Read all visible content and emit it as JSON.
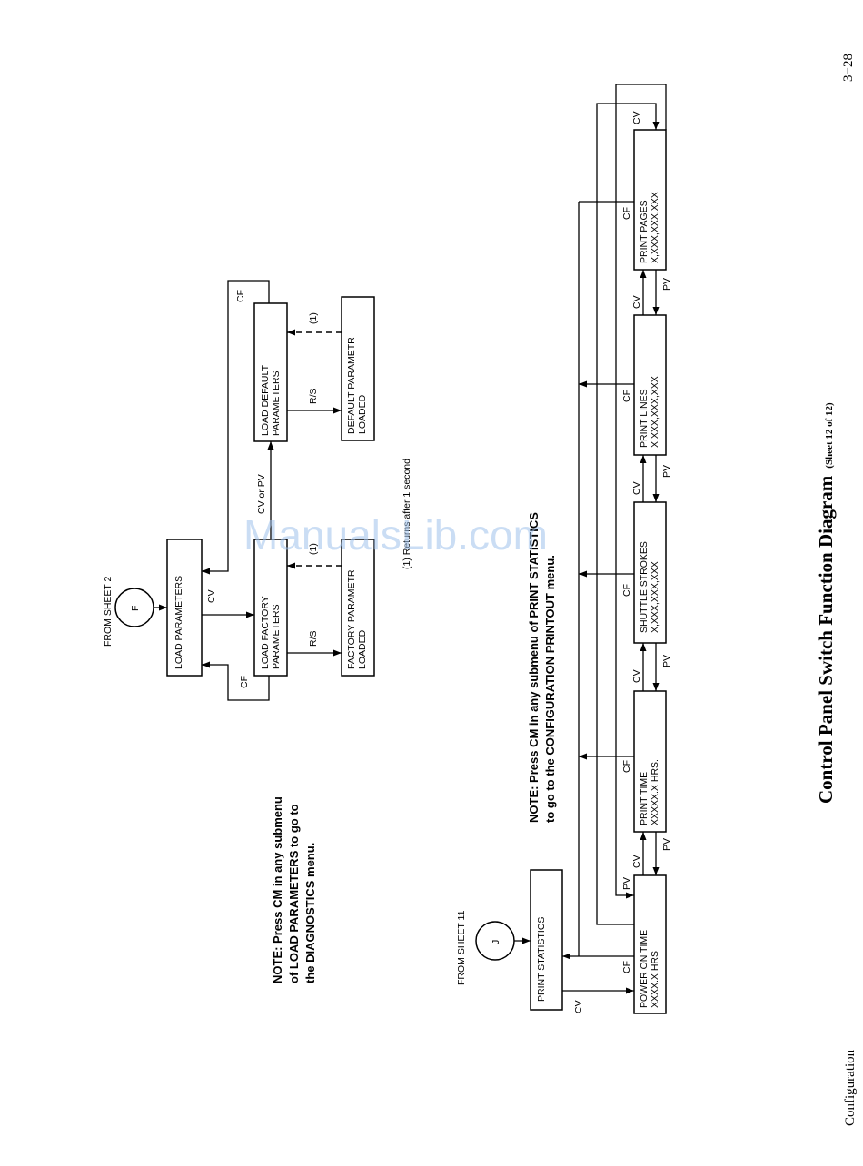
{
  "page": {
    "number": "3−28",
    "section": "Configuration",
    "title": "Control Panel Switch Function Diagram",
    "subtitle": "(Sheet 12 of 12)",
    "watermark": "ManualsLib.com"
  },
  "upper": {
    "from_label": "FROM SHEET 2",
    "connector": "F",
    "load_parameters": "LOAD PARAMETERS",
    "load_factory": [
      "LOAD FACTORY",
      "PARAMETERS"
    ],
    "load_default": [
      "LOAD DEFAULT",
      "PARAMETERS"
    ],
    "factory_loaded": [
      "FACTORY PARAMETR",
      "LOADED"
    ],
    "default_loaded": [
      "DEFAULT PARAMETR",
      "LOADED"
    ],
    "footnote": "(1) Returns after 1 second",
    "note": [
      "NOTE: Press CM in any submenu",
      "of LOAD PARAMETERS to go to",
      "the DIAGNOSTICS menu."
    ]
  },
  "lower": {
    "from_label": "FROM SHEET 11",
    "connector": "J",
    "print_statistics": "PRINT STATISTICS",
    "items": [
      {
        "name": "POWER ON TIME",
        "value": "XXXX.X HRS"
      },
      {
        "name": "PRINT TIME",
        "value": "XXXXX.X HRS."
      },
      {
        "name": "SHUTTLE STROKES",
        "value": "X,XXX,XXX,XXX"
      },
      {
        "name": "PRINT LINES",
        "value": "X,XXX,XXX,XXX"
      },
      {
        "name": "PRINT PAGES",
        "value": "X,XXX,XXX,XXX"
      }
    ],
    "note": [
      "NOTE: Press CM in any submenu of PRINT STATISTICS",
      "to go to the CONFIGURATION PRINTOUT menu."
    ]
  },
  "keys": {
    "cv": "CV",
    "cf": "CF",
    "pv": "PV",
    "rs": "R/S",
    "cv_or_pv": "CV or PV",
    "ref1": "(1)"
  }
}
